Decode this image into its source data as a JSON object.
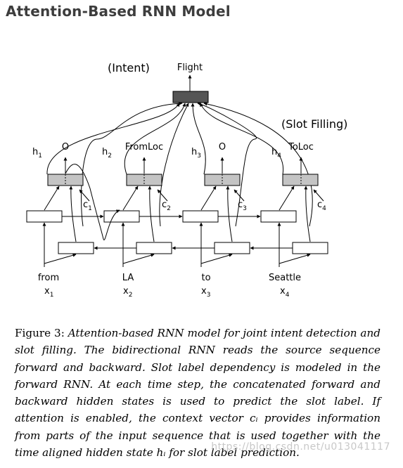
{
  "title": "Attention-Based RNN Model",
  "diagram": {
    "intent_label": "(Intent)",
    "intent_output": "Flight",
    "slot_filling_label": "(Slot Filling)",
    "columns": [
      {
        "hidden": "h",
        "hidden_sub": "1",
        "slot": "O",
        "context": "c",
        "context_sub": "1",
        "word": "from",
        "input": "x",
        "input_sub": "1"
      },
      {
        "hidden": "h",
        "hidden_sub": "2",
        "slot": "FromLoc",
        "context": "c",
        "context_sub": "2",
        "word": "LA",
        "input": "x",
        "input_sub": "2"
      },
      {
        "hidden": "h",
        "hidden_sub": "3",
        "slot": "O",
        "context": "c",
        "context_sub": "3",
        "word": "to",
        "input": "x",
        "input_sub": "3"
      },
      {
        "hidden": "h",
        "hidden_sub": "4",
        "slot": "ToLoc",
        "context": "c",
        "context_sub": "4",
        "word": "Seattle",
        "input": "x",
        "input_sub": "4"
      }
    ]
  },
  "caption": {
    "label": "Figure 3: ",
    "body": "Attention-based RNN model for joint intent detection and slot filling. The bidirectional RNN reads the source sequence forward and backward. Slot label dependency is modeled in the forward RNN. At each time step, the concatenated forward and backward hidden states is used to predict the slot label. If attention is enabled, the context vector cᵢ provides information from parts of the input sequence that is used together with the time aligned hidden state hᵢ for slot label prediction."
  },
  "watermark": "https://blog.csdn.net/u013041117"
}
